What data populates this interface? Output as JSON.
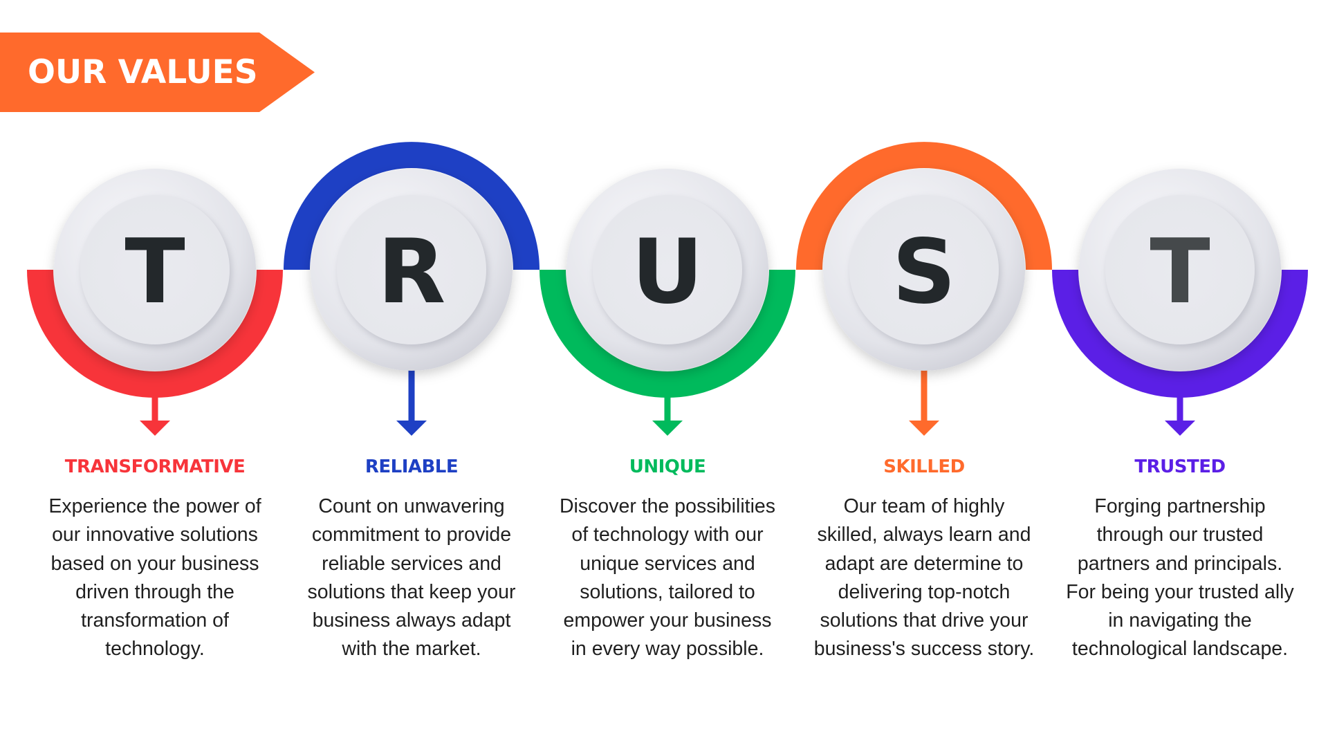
{
  "banner": {
    "title": "OUR VALUES",
    "color": "#FF6A2C"
  },
  "values": [
    {
      "letter": "T",
      "title": "TRANSFORMATIVE",
      "color": "#F7343A",
      "arc": "bottom",
      "letter_color": "#23282B",
      "lines": [
        "Experience the power of",
        "our innovative solutions",
        "based on your business",
        "driven through the",
        "transformation of",
        "technology."
      ]
    },
    {
      "letter": "R",
      "title": "RELIABLE",
      "color": "#1E40C4",
      "arc": "top",
      "letter_color": "#23282B",
      "lines": [
        "Count on unwavering",
        "commitment to provide",
        "reliable services and",
        "solutions that keep your",
        "business always adapt",
        "with the market."
      ]
    },
    {
      "letter": "U",
      "title": "UNIQUE",
      "color": "#00BA5C",
      "arc": "bottom",
      "letter_color": "#23282B",
      "lines": [
        "Discover the possibilities",
        "of technology with our",
        "unique services and",
        "solutions, tailored to",
        "empower your business",
        "in every way possible."
      ]
    },
    {
      "letter": "S",
      "title": "SKILLED",
      "color": "#FF6A2C",
      "arc": "top",
      "letter_color": "#23282B",
      "lines": [
        "Our team of highly",
        "skilled, always learn and",
        "adapt are determine to",
        "delivering top-notch",
        "solutions that drive your",
        "business's success story."
      ]
    },
    {
      "letter": "T",
      "title": "TRUSTED",
      "color": "#5B1FE6",
      "arc": "bottom",
      "letter_color": "#45494B",
      "lines": [
        "Forging partnership",
        "through our trusted",
        "partners and principals.",
        "For being your trusted ally",
        "in navigating the",
        "technological landscape."
      ]
    }
  ]
}
